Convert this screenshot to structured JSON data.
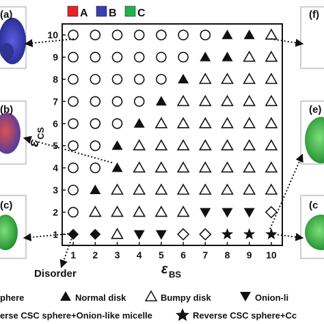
{
  "legend_top": {
    "items": [
      {
        "label": "A",
        "color": "#e8202a"
      },
      {
        "label": "B",
        "color": "#3a3fb0"
      },
      {
        "label": "C",
        "color": "#22b04a"
      }
    ]
  },
  "panels": {
    "a": "(a)",
    "b": "(b)",
    "c": "(c)",
    "f": "(f)",
    "e": "(e)",
    "c2": "(c"
  },
  "disorder_label": "Disorder",
  "bottom_legend": {
    "row1": [
      "phere",
      "Normal disk",
      "Bumpy disk",
      "Onion-li"
    ],
    "row2": [
      "erse CSC sphere+Onion-like micelle",
      "Reverse CSC sphere+Cc"
    ]
  },
  "chart_data": {
    "type": "scatter",
    "xlabel": "εBS",
    "xlabel_main": "ε",
    "xlabel_sub": "BS",
    "ylabel_main": "ε",
    "ylabel_sub": "CS",
    "xlim": [
      0.5,
      10.5
    ],
    "ylim": [
      0.5,
      10.5
    ],
    "xticks": [
      "1",
      "2",
      "3",
      "4",
      "5",
      "6",
      "7",
      "8",
      "9",
      "10"
    ],
    "yticks": [
      "1",
      "2",
      "3",
      "4",
      "5",
      "6",
      "7",
      "8",
      "9",
      "10"
    ],
    "grid": false,
    "rows": {
      "10": [
        "o",
        "o",
        "o",
        "o",
        "o",
        "o",
        "o",
        "tri_f",
        "tri_f",
        "tri_o"
      ],
      "9": [
        "o",
        "o",
        "o",
        "o",
        "o",
        "o",
        "tri_f",
        "tri_f",
        "tri_o",
        "tri_o"
      ],
      "8": [
        "o",
        "o",
        "o",
        "o",
        "o",
        "tri_f",
        "tri_o",
        "tri_o",
        "tri_o",
        "tri_o"
      ],
      "7": [
        "o",
        "o",
        "o",
        "o",
        "tri_f",
        "tri_o",
        "tri_o",
        "tri_o",
        "tri_o",
        "tri_o"
      ],
      "6": [
        "o",
        "o",
        "o",
        "tri_f",
        "tri_o",
        "tri_o",
        "tri_o",
        "tri_o",
        "tri_o",
        "tri_o"
      ],
      "5": [
        "o",
        "o",
        "tri_f",
        "tri_o",
        "tri_o",
        "tri_o",
        "tri_o",
        "tri_o",
        "tri_o",
        "tri_o"
      ],
      "4": [
        "o",
        "o",
        "tri_f",
        "tri_o",
        "tri_o",
        "tri_o",
        "tri_o",
        "tri_o",
        "tri_o",
        "tri_o"
      ],
      "3": [
        "o",
        "tri_f",
        "tri_o",
        "tri_o",
        "tri_o",
        "tri_o",
        "tri_o",
        "tri_o",
        "tri_o",
        "tri_o"
      ],
      "2": [
        "o",
        "tri_o",
        "tri_o",
        "tri_o",
        "tri_o",
        "tri_o",
        "tri_dn",
        "tri_dn",
        "tri_dn",
        "dia_o"
      ],
      "1": [
        "dia_f",
        "dia_f",
        "tri_o",
        "tri_dn",
        "tri_dn",
        "dia_o",
        "dia_o",
        "star",
        "star",
        "star"
      ]
    }
  }
}
